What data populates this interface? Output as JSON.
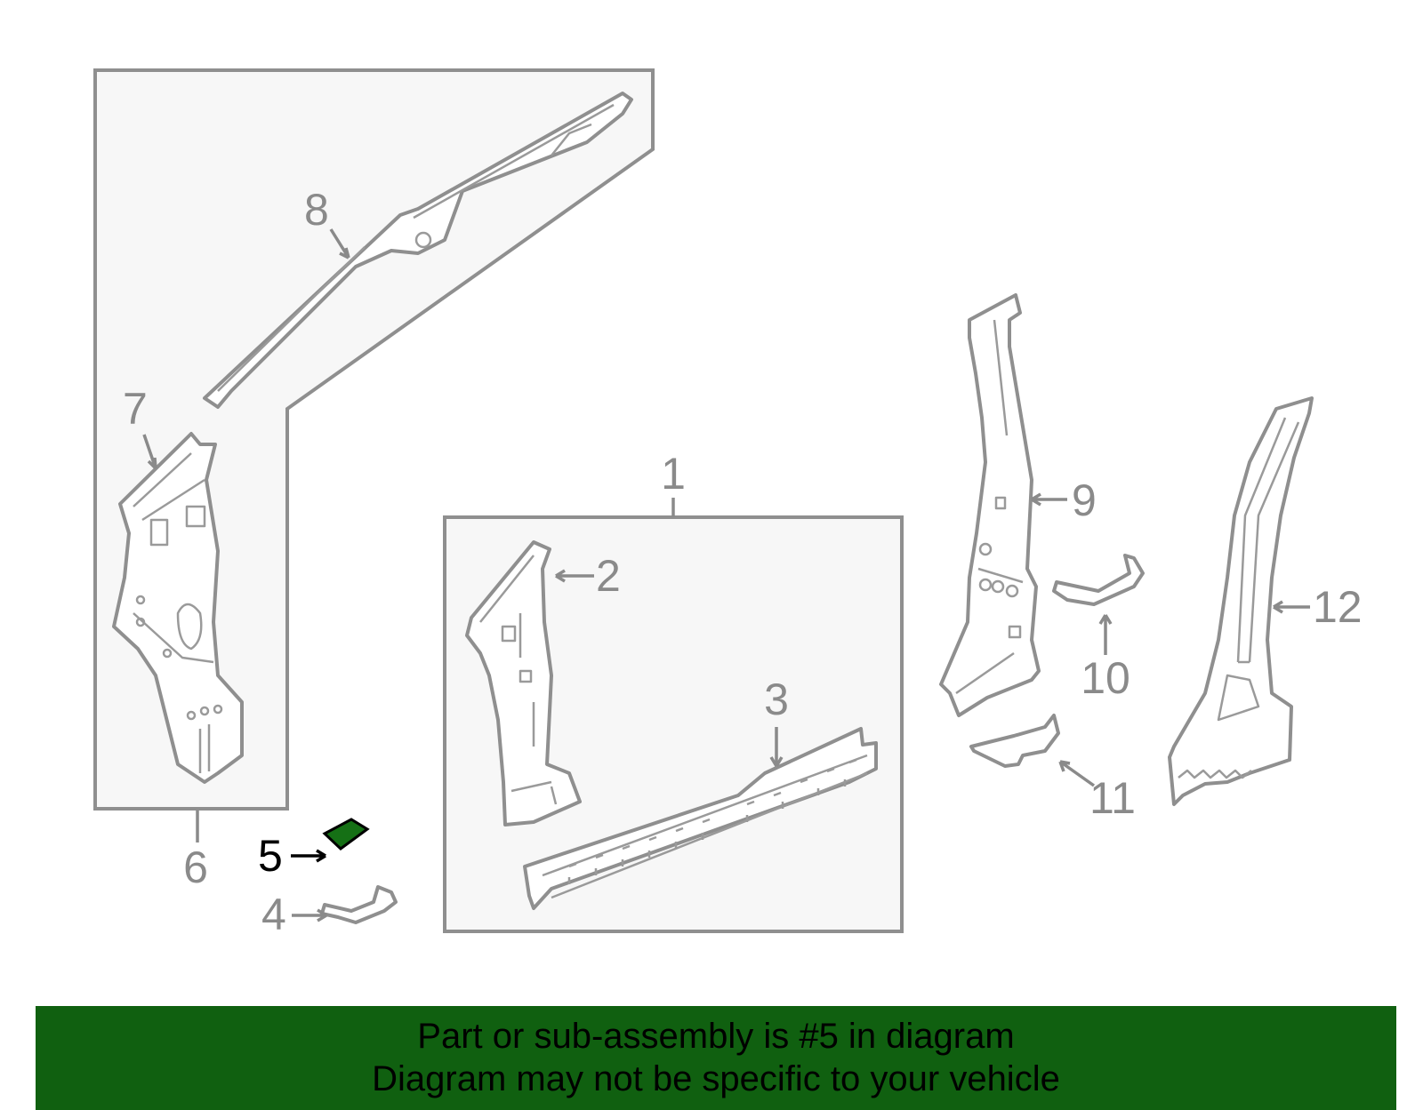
{
  "labels": {
    "p1": "1",
    "p2": "2",
    "p3": "3",
    "p4": "4",
    "p5": "5",
    "p6": "6",
    "p7": "7",
    "p8": "8",
    "p9": "9",
    "p10": "10",
    "p11": "11",
    "p12": "12"
  },
  "colors": {
    "highlight_part": "#157015",
    "banner": "#106010",
    "line": "#8f8f8f"
  },
  "banner": {
    "line1": "Part or sub-assembly is #5 in diagram",
    "line2": "Diagram may not be specific to your vehicle"
  }
}
